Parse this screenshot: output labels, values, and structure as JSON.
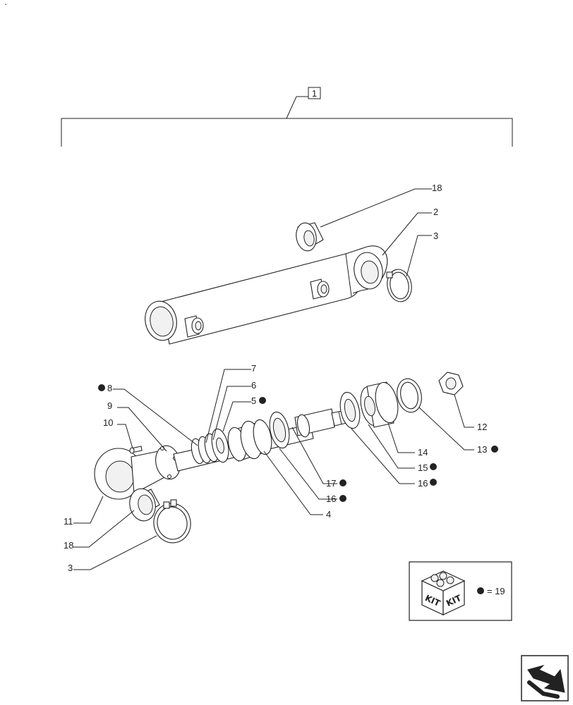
{
  "corner_mark": "·",
  "assembly_ref": "1",
  "labels": {
    "p18_top": "18",
    "p2": "2",
    "p3_top": "3",
    "p7": "7",
    "p6": "6",
    "p5": "5",
    "p8": "8",
    "p9": "9",
    "p10": "10",
    "p11": "11",
    "p18_bot": "18",
    "p3_bot": "3",
    "p12": "12",
    "p13": "13",
    "p14": "14",
    "p15": "15",
    "p16_right": "16",
    "p17": "17",
    "p16_mid": "16",
    "p4": "4"
  },
  "kit": {
    "box_text_1": "KIT",
    "box_text_2": "KIT",
    "legend": "= 19"
  },
  "kit_marked_parts": [
    "8",
    "5",
    "13",
    "15",
    "16",
    "17"
  ],
  "colors": {
    "line": "#222222",
    "marker": "#222222"
  }
}
